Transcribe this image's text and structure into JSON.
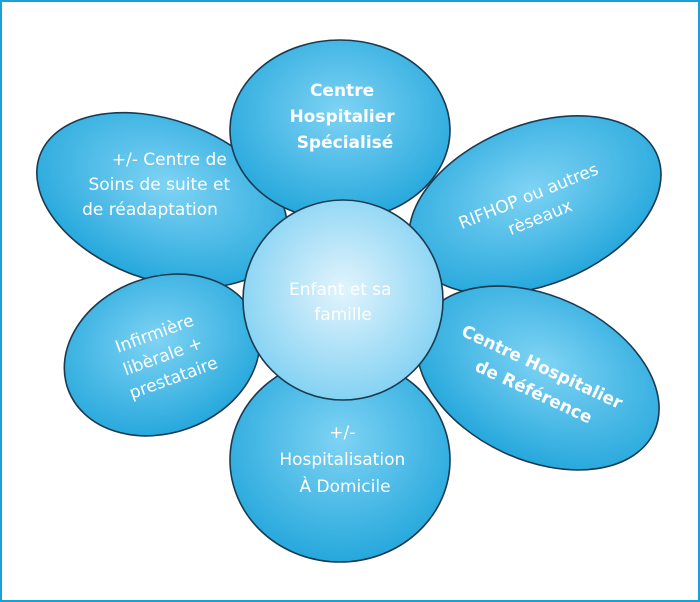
{
  "center": {
    "lines": [
      "Enfant et sa",
      "famille"
    ]
  },
  "petals": {
    "top": {
      "lines": [
        "Centre",
        "Hospitalier",
        "Spécialisé"
      ],
      "bold": true
    },
    "upper_left": {
      "lines": [
        "+/- Centre de",
        "Soins de suite et",
        "de réadaptation"
      ],
      "bold": false
    },
    "upper_right": {
      "lines": [
        "RIFHOP ou autres",
        "rèseaux"
      ],
      "bold": false
    },
    "lower_left": {
      "lines": [
        "Infirmière",
        "libèrale +",
        "prestataire"
      ],
      "bold": false
    },
    "lower_right": {
      "lines": [
        "Centre Hospitalier",
        "de Référence"
      ],
      "bold": true
    },
    "bottom": {
      "lines": [
        "+/-",
        "Hospitalisation",
        "À Domicile"
      ],
      "bold": false
    }
  },
  "colors": {
    "border": "#1aa0d8",
    "petal_light": "#6ccaef",
    "petal_dark": "#1fa6dc",
    "center_light": "#d3eefb",
    "center_dark": "#7fd0f2",
    "outline": "#1b3a4f",
    "text": "#ffffff"
  }
}
